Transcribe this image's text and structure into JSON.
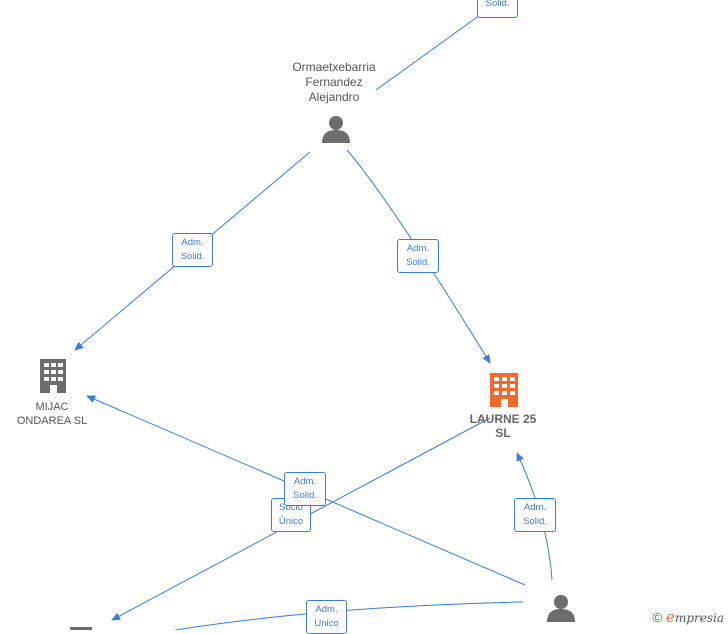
{
  "nodes": {
    "person_top": {
      "name": "Ormaetxebarria\nFernandez\nAlejandro"
    },
    "company_mijac": {
      "name": "MIJAC\nONDAREA  SL"
    },
    "company_laurne": {
      "name": "LAURNE 25\nSL"
    }
  },
  "edges": {
    "top_partial": "Solid.",
    "person_to_mijac": "Adm.\nSolid.",
    "person_to_laurne": "Adm.\nSolid.",
    "bottom_cross": "Adm.\nSolid.",
    "socio_unico": "Socio\nÚnico",
    "bottom_to_laurne": "Adm.\nSolid.",
    "bottom_unico": "Adm.\nUnico"
  },
  "footer": {
    "copyright": "©",
    "brand_first": "e",
    "brand_rest": "mpresia"
  },
  "colors": {
    "edge": "#3b7dd8",
    "person": "#6d6d6d",
    "company": "#6d6d6d",
    "company_main": "#f26a2e"
  }
}
